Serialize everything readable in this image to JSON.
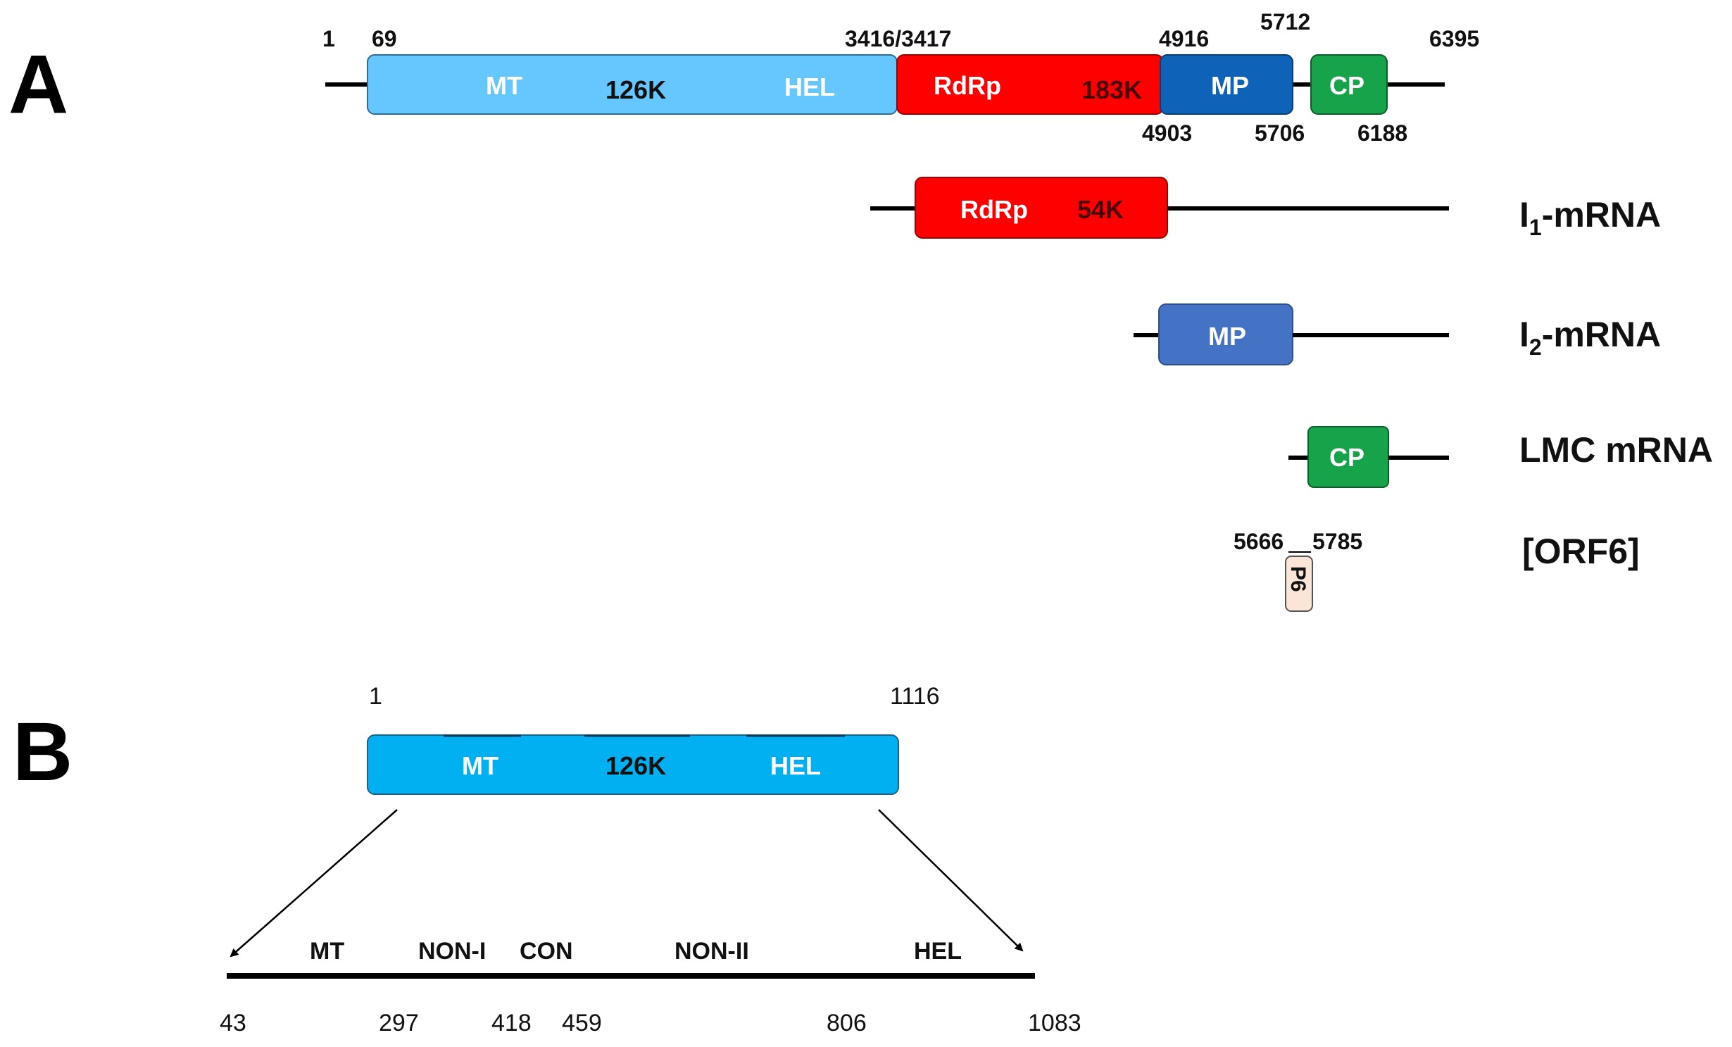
{
  "panel_a": {
    "label": "A",
    "genome_positions": {
      "start": "1",
      "orf1_start": "69",
      "junction": "3416/3417",
      "mp_start_top": "4916",
      "cp_start_top": "5712",
      "end": "6395",
      "mp_start_bottom": "4903",
      "mp_end_bottom": "5706",
      "cp_end_bottom": "6188"
    },
    "domains": {
      "mt": "MT",
      "k126": "126K",
      "hel": "HEL",
      "rdrp": "RdRp",
      "k183": "183K",
      "mp": "MP",
      "cp": "CP"
    },
    "subgenomic": {
      "i1": {
        "domain": "RdRp",
        "size": "54K",
        "name_main": "I",
        "name_sub": "1",
        "name_rest": "-mRNA"
      },
      "i2": {
        "domain": "MP",
        "name_main": "I",
        "name_sub": "2",
        "name_rest": "-mRNA"
      },
      "lmc": {
        "domain": "CP",
        "name": "LMC mRNA"
      },
      "orf6": {
        "name": "[ORF6]",
        "start": "5666",
        "end": "5785",
        "protein": "P6"
      }
    },
    "colors": {
      "k126_fill": "#66c7ff",
      "rdrp_fill": "#ff0000",
      "mp_fill": "#0e63b8",
      "mp_sub_fill": "#4472c4",
      "cp_fill": "#17a34a",
      "p6_fill": "#fbe5d6"
    }
  },
  "panel_b": {
    "label": "B",
    "protein_start": "1",
    "protein_end": "1116",
    "domains": {
      "mt": "MT",
      "k126": "126K",
      "hel": "HEL"
    },
    "segments": {
      "mt": "MT",
      "non1": "NON-I",
      "con": "CON",
      "non2": "NON-II",
      "hel": "HEL"
    },
    "positions": {
      "p43": "43",
      "p297": "297",
      "p418": "418",
      "p459": "459",
      "p806": "806",
      "p1083": "1083"
    },
    "colors": {
      "protein_fill": "#00b0f0"
    }
  }
}
